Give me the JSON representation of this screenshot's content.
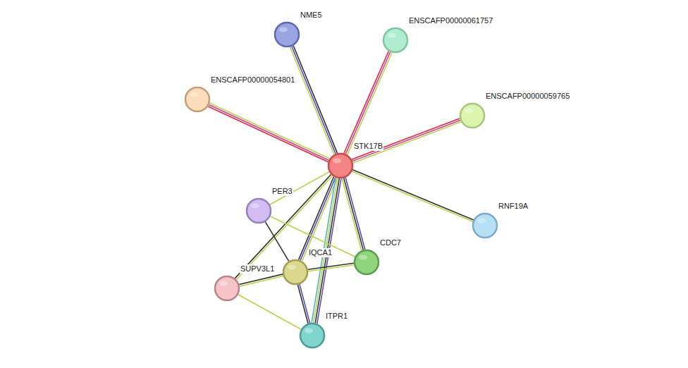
{
  "diagram": {
    "nodes": [
      {
        "text": [
          "NME5"
        ]
      },
      {
        "text": [
          "ENSCAFP00000061757"
        ]
      },
      {
        "text": [
          "ENSCAFP00000054801"
        ]
      },
      {
        "text": [
          "ENSCAFP00000059765"
        ]
      },
      {
        "text": [
          "STK17B"
        ]
      },
      {
        "text": [
          "PER3"
        ]
      },
      {
        "text": [
          "RNF19A"
        ]
      },
      {
        "text": [
          "CDC7"
        ]
      },
      {
        "text": [
          "IQCA1"
        ]
      },
      {
        "text": [
          "SUPV3L1"
        ]
      },
      {
        "text": [
          "ITPR1"
        ]
      }
    ],
    "edges": [
      {
        "from": 4,
        "to": 0,
        "arrow": "none"
      },
      {
        "from": 4,
        "to": 1,
        "arrow": "none"
      },
      {
        "from": 4,
        "to": 2,
        "arrow": "none"
      },
      {
        "from": 4,
        "to": 3,
        "arrow": "none"
      },
      {
        "from": 4,
        "to": 5,
        "arrow": "none"
      },
      {
        "from": 4,
        "to": 6,
        "arrow": "none"
      },
      {
        "from": 4,
        "to": 7,
        "arrow": "none"
      },
      {
        "from": 4,
        "to": 8,
        "arrow": "none"
      },
      {
        "from": 4,
        "to": 9,
        "arrow": "none"
      },
      {
        "from": 4,
        "to": 10,
        "arrow": "none"
      },
      {
        "from": 5,
        "to": 8,
        "arrow": "none"
      },
      {
        "from": 5,
        "to": 7,
        "arrow": "none"
      },
      {
        "from": 8,
        "to": 7,
        "arrow": "none"
      },
      {
        "from": 9,
        "to": 8,
        "arrow": "none"
      },
      {
        "from": 9,
        "to": 10,
        "arrow": "none"
      },
      {
        "from": 8,
        "to": 10,
        "arrow": "none"
      }
    ]
  }
}
